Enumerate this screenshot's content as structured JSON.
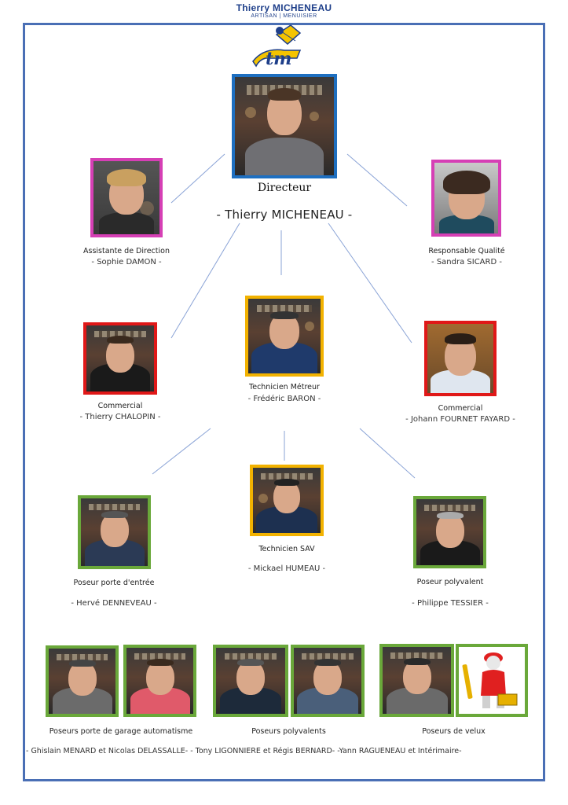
{
  "brand": {
    "name": "Thierry MICHENEAU",
    "tagline": "ARTISAN | MENUISIER",
    "logo_text": "tm"
  },
  "colors": {
    "frame": "#4a6fb5",
    "director": "#1e6fc0",
    "assistant": "#d63fb5",
    "technician": "#f2b200",
    "commercial": "#e01818",
    "installer": "#6aa83a"
  },
  "director": {
    "role": "Directeur",
    "name": "- Thierry MICHENEAU -"
  },
  "assistant": {
    "role": "Assistante de Direction",
    "name": "- Sophie DAMON -"
  },
  "quality": {
    "role": "Responsable Qualité",
    "name": "- Sandra SICARD -"
  },
  "metreur": {
    "role": "Technicien Métreur",
    "name": "- Frédéric BARON -"
  },
  "commercial_left": {
    "role": "Commercial",
    "name": "- Thierry CHALOPIN -"
  },
  "commercial_right": {
    "role": "Commercial",
    "name": "- Johann FOURNET FAYARD -"
  },
  "sav": {
    "role": "Technicien SAV",
    "name": "- Mickael HUMEAU -"
  },
  "entry_door": {
    "role": "Poseur porte d'entrée",
    "name": "- Hervé DENNEVEAU -"
  },
  "multi_single": {
    "role": "Poseur polyvalent",
    "name": "- Philippe TESSIER -"
  },
  "garage": {
    "role": "Poseurs porte de garage automatisme"
  },
  "multi_group": {
    "role": "Poseurs polyvalents"
  },
  "velux": {
    "role": "Poseurs de velux"
  },
  "bottom_names": "- Ghislain MENARD et Nicolas DELASSALLE- - Tony LIGONNIERE et Régis BERNARD- -Yann RAGUENEAU et Intérimaire-"
}
